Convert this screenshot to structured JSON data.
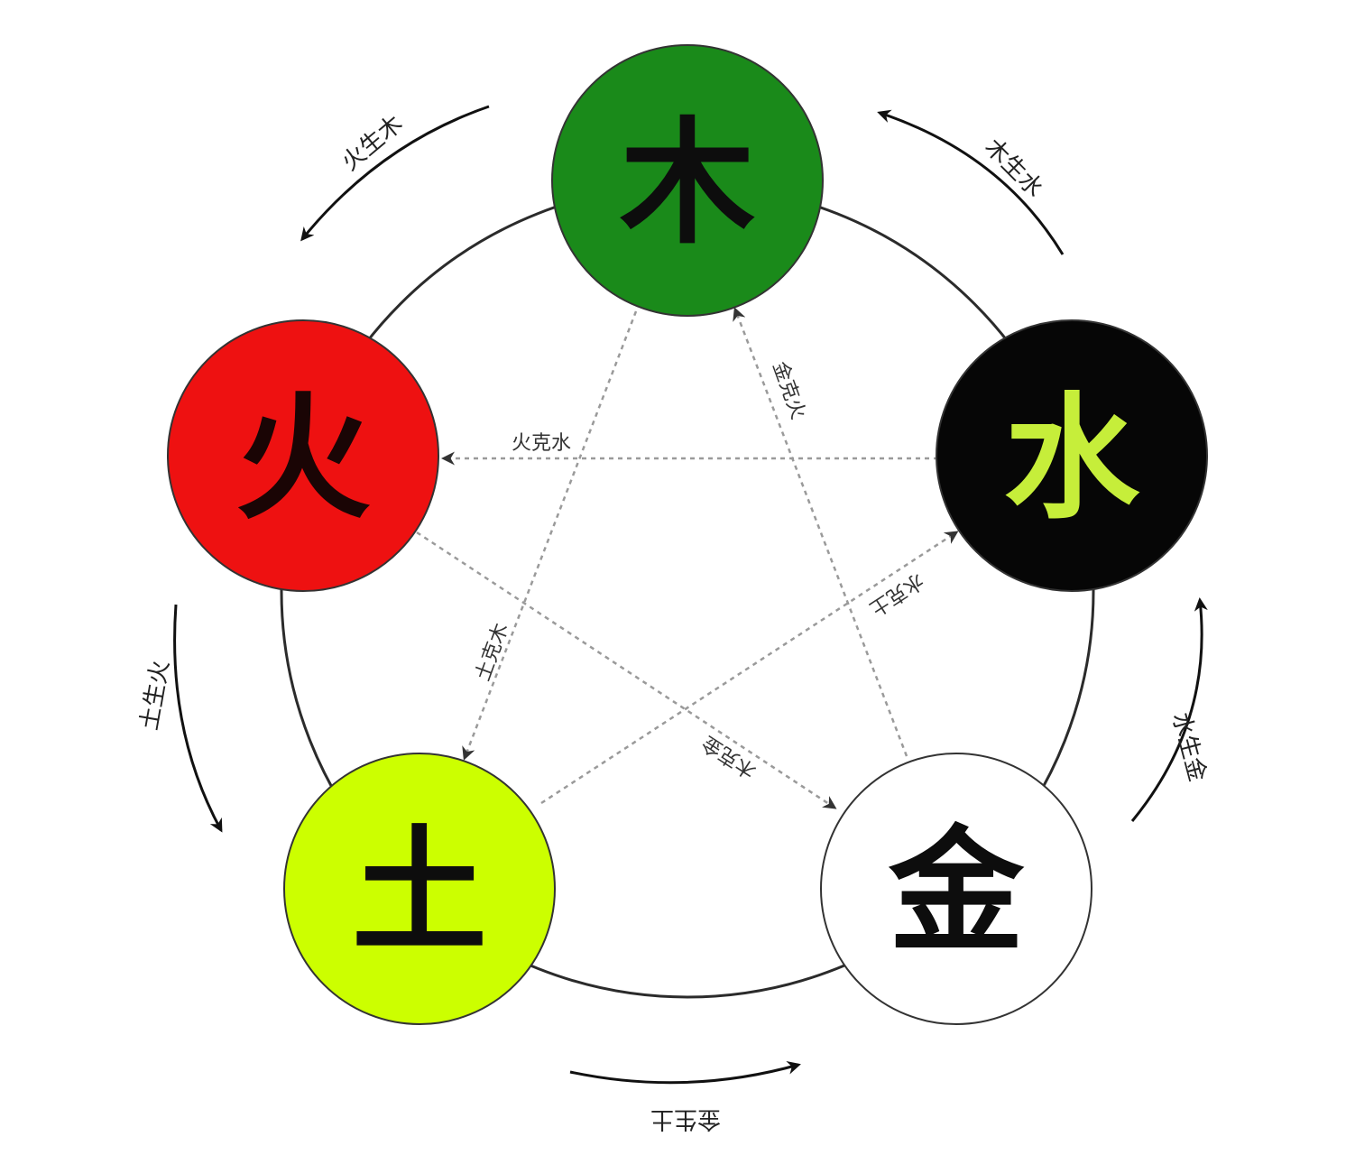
{
  "elements": {
    "wood": {
      "char": "木",
      "fill": "#1a8a1a",
      "text_color": "#0d0d0d"
    },
    "fire": {
      "char": "火",
      "fill": "#ee1111",
      "text_color": "#1a0505"
    },
    "water": {
      "char": "水",
      "fill": "#060606",
      "text_color": "#c6ee3a"
    },
    "earth": {
      "char": "土",
      "fill": "#ccff00",
      "text_color": "#0d0d0d"
    },
    "metal": {
      "char": "金",
      "fill": "#ffffff",
      "text_color": "#0d0d0d"
    }
  },
  "generating_cycle": {
    "fire_wood": "火生木",
    "wood_water": "木生水",
    "earth_fire": "土生火",
    "water_metal": "水生金",
    "metal_earth": "金生土"
  },
  "controlling_cycle": {
    "fire_water": "火克水",
    "wood_metal": "木克金",
    "earth_wood": "土克木",
    "water_earth": "水克土",
    "metal_fire": "金克火"
  },
  "colors": {
    "ring": "#2b2b2b",
    "dotted": "#9a9a9a",
    "arrow": "#111111"
  }
}
